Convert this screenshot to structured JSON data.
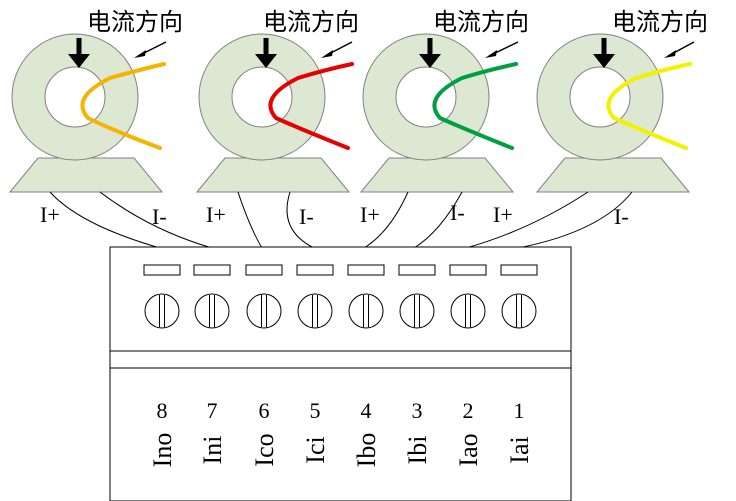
{
  "direction_label": "电流方向",
  "wire_colors": {
    "ct1": "#f5b400",
    "ct2": "#e60000",
    "ct3": "#00a040",
    "ct4": "#f2f200"
  },
  "ct_fill_color": "#dce8d2",
  "polarity": {
    "plus": "I+",
    "minus": "I-"
  },
  "terminals": [
    {
      "number": "8",
      "name": "Ino"
    },
    {
      "number": "7",
      "name": "Ini"
    },
    {
      "number": "6",
      "name": "Ico"
    },
    {
      "number": "5",
      "name": "Ici"
    },
    {
      "number": "4",
      "name": "Ibo"
    },
    {
      "number": "3",
      "name": "Ibi"
    },
    {
      "number": "2",
      "name": "Iao"
    },
    {
      "number": "1",
      "name": "Iai"
    }
  ]
}
